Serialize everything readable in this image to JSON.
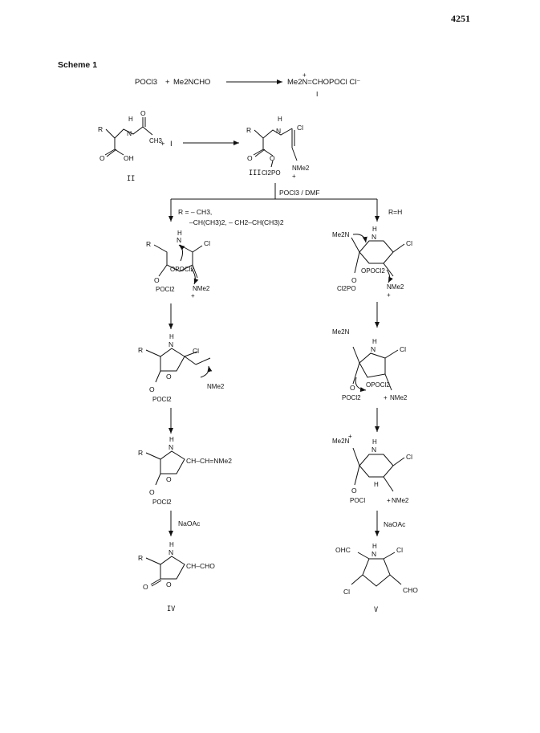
{
  "page": {
    "number": "4251"
  },
  "scheme": {
    "title": "Scheme 1"
  },
  "reaction1": {
    "reagent1": "POCl3",
    "plus": "+",
    "reagent2": "Me2NCHO",
    "product": "Me2N=CHOPOCl Cl⁻",
    "product_charge": "+",
    "product_label": "I"
  },
  "reaction2": {
    "plus": "+",
    "reagent": "I",
    "reactant_label": "II",
    "product_label": "III"
  },
  "branch": {
    "reagent": "POCl3 / DMF",
    "left_condition": "R = – CH3,",
    "left_condition2": "–CH(CH3)2, – CH2–CH(CH3)2",
    "right_condition": "R=H"
  },
  "final_step": {
    "left_reagent": "NaOAc",
    "right_reagent": "NaOAc"
  },
  "products": {
    "left_label": "IV",
    "right_label": "V"
  },
  "atoms": {
    "R": "R",
    "N": "N",
    "H": "H",
    "O": "O",
    "OH": "OH",
    "CH3": "CH3",
    "Cl": "Cl",
    "Cl2PO": "Cl2PO",
    "NMe2": "NMe2",
    "Me2N": "Me2N",
    "OPOCl2": "OPOCl2",
    "POCl2": "POCl2",
    "POCl": "POCl",
    "plus": "+",
    "CH_CH_NMe2": "CH–CH=NMe2",
    "CH_CHO": "CH–CHO",
    "OHC": "OHC",
    "CHO": "CHO"
  }
}
